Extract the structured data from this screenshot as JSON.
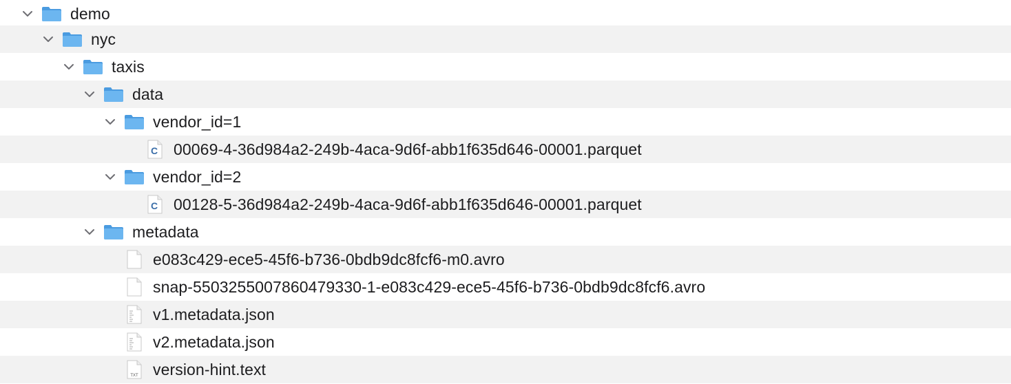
{
  "tree": {
    "rows": [
      {
        "name": "demo",
        "type": "folder",
        "expanded": true,
        "icon": "folder-icon"
      },
      {
        "name": "nyc",
        "type": "folder",
        "expanded": true,
        "icon": "folder-icon"
      },
      {
        "name": "taxis",
        "type": "folder",
        "expanded": true,
        "icon": "folder-icon"
      },
      {
        "name": "data",
        "type": "folder",
        "expanded": true,
        "icon": "folder-icon"
      },
      {
        "name": "vendor_id=1",
        "type": "folder",
        "expanded": true,
        "icon": "folder-icon"
      },
      {
        "name": "00069-4-36d984a2-249b-4aca-9d6f-abb1f635d646-00001.parquet",
        "type": "file",
        "icon": "c-source-file-icon",
        "icon_glyph": "C"
      },
      {
        "name": "vendor_id=2",
        "type": "folder",
        "expanded": true,
        "icon": "folder-icon"
      },
      {
        "name": "00128-5-36d984a2-249b-4aca-9d6f-abb1f635d646-00001.parquet",
        "type": "file",
        "icon": "c-source-file-icon",
        "icon_glyph": "C"
      },
      {
        "name": "metadata",
        "type": "folder",
        "expanded": true,
        "icon": "folder-icon"
      },
      {
        "name": "e083c429-ece5-45f6-b736-0bdb9dc8fcf6-m0.avro",
        "type": "file",
        "icon": "blank-file-icon"
      },
      {
        "name": "snap-5503255007860479330-1-e083c429-ece5-45f6-b736-0bdb9dc8fcf6.avro",
        "type": "file",
        "icon": "blank-file-icon"
      },
      {
        "name": "v1.metadata.json",
        "type": "file",
        "icon": "text-document-icon"
      },
      {
        "name": "v2.metadata.json",
        "type": "file",
        "icon": "text-document-icon"
      },
      {
        "name": "version-hint.text",
        "type": "file",
        "icon": "txt-file-icon",
        "icon_glyph": "TXT"
      }
    ]
  },
  "colors": {
    "stripe": "#f2f2f2",
    "folder": "#5aa9e8",
    "text": "#1d1d1f",
    "chevron": "#6e6e73"
  }
}
